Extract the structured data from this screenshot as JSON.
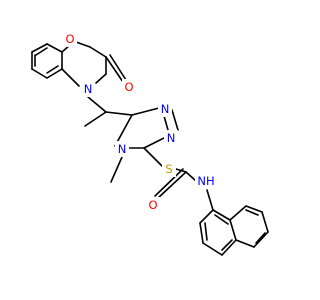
{
  "diagram": {
    "atoms": {
      "O_ring": "O",
      "O_carbonyl1": "O",
      "N_lactam": "N",
      "N_triazole_top": "N",
      "N_triazole_right": "N",
      "N_triazole_methyl": "N",
      "methyl_on_N": "",
      "S_thioether": "S",
      "O_carbonyl2": "O",
      "NH_amide": "NH"
    },
    "colors": {
      "oxygen": "#ff0000",
      "nitrogen": "#0000ff",
      "sulfur": "#b8a200",
      "carbon_bond": "#000000"
    }
  }
}
